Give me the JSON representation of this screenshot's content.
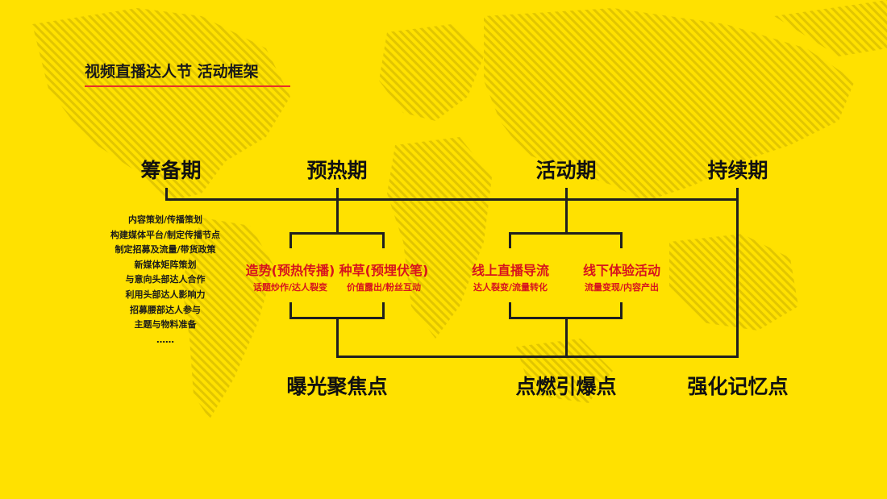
{
  "title": "视频直播达人节 活动框架",
  "phases": {
    "prep": "筹备期",
    "warmup": "预热期",
    "activity": "活动期",
    "sustain": "持续期"
  },
  "prep_items": [
    "内容策划/传播策划",
    "构建媒体平台/制定传播节点",
    "制定招募及流量/带货政策",
    "新媒体矩阵策划",
    "与意向头部达人合作",
    "利用头部达人影响力",
    "招募腰部达人参与",
    "主题与物料准备",
    "……"
  ],
  "warmup_items": [
    {
      "title": "造势(预热传播)",
      "sub": "话题炒作/达人裂变"
    },
    {
      "title": "种草(预埋伏笔)",
      "sub": "价值露出/粉丝互动"
    }
  ],
  "activity_items": [
    {
      "title": "线上直播导流",
      "sub": "达人裂变/流量转化"
    },
    {
      "title": "线下体验活动",
      "sub": "流量变现/内容产出"
    }
  ],
  "outcomes": {
    "focus": "曝光聚焦点",
    "ignite": "点燃引爆点",
    "memory": "强化记忆点"
  },
  "colors": {
    "background": "#FFE100",
    "accent_red": "#D7141E",
    "line": "#1F1F1F"
  }
}
